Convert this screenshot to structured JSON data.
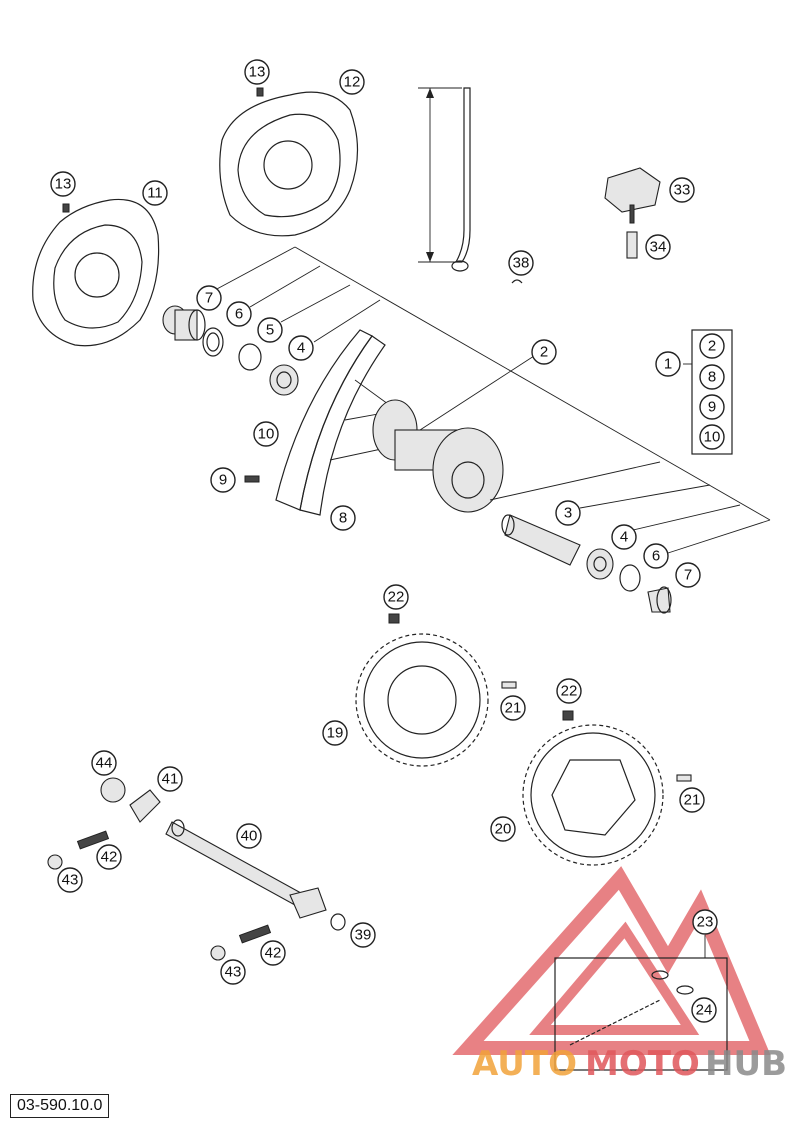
{
  "document_number": "03-590.10.0",
  "watermark": {
    "part1": "AUTO",
    "part2": "MOTO",
    "part3": "HUB"
  },
  "callouts": {
    "c1": "1",
    "c2": "2",
    "c3": "3",
    "c4a": "4",
    "c4b": "4",
    "c5": "5",
    "c6a": "6",
    "c6b": "6",
    "c7a": "7",
    "c7b": "7",
    "c8": "8",
    "c9": "9",
    "c10": "10",
    "c11": "11",
    "c12": "12",
    "c13a": "13",
    "c13b": "13",
    "c19": "19",
    "c20": "20",
    "c21a": "21",
    "c21b": "21",
    "c22a": "22",
    "c22b": "22",
    "c23": "23",
    "c24": "24",
    "c33": "33",
    "c34": "34",
    "c38": "38",
    "c39": "39",
    "c40": "40",
    "c41": "41",
    "c42a": "42",
    "c42b": "42",
    "c43a": "43",
    "c43b": "43",
    "c44": "44",
    "g2": "2",
    "g8": "8",
    "g9": "9",
    "g10": "10"
  },
  "colors": {
    "watermark_red": "#e0575b",
    "watermark_orange": "#f2a33a",
    "watermark_gray": "#8a8a8a"
  }
}
